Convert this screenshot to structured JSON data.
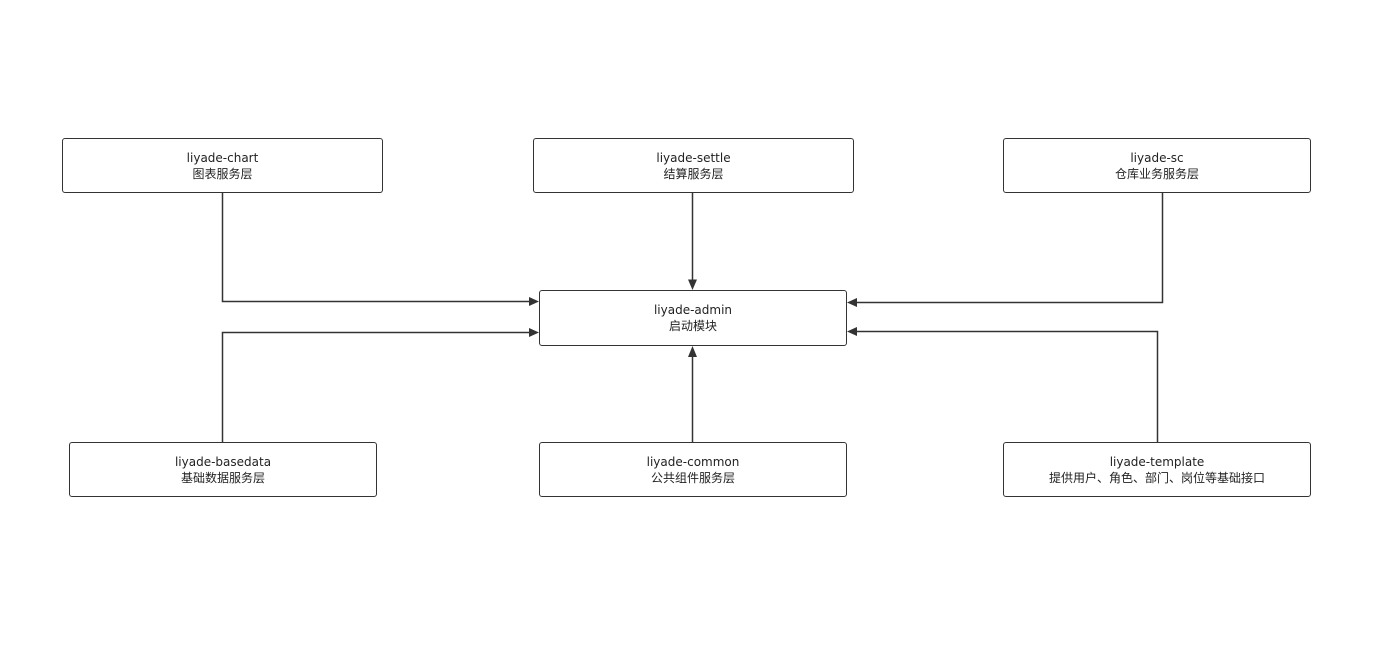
{
  "nodes": {
    "chart": {
      "name": "liyade-chart",
      "desc": "图表服务层"
    },
    "settle": {
      "name": "liyade-settle",
      "desc": "结算服务层"
    },
    "sc": {
      "name": "liyade-sc",
      "desc": "仓库业务服务层"
    },
    "admin": {
      "name": "liyade-admin",
      "desc": "启动模块"
    },
    "basedata": {
      "name": "liyade-basedata",
      "desc": "基础数据服务层"
    },
    "common": {
      "name": "liyade-common",
      "desc": "公共组件服务层"
    },
    "template": {
      "name": "liyade-template",
      "desc": "提供用户、角色、部门、岗位等基础接口"
    }
  },
  "edges": [
    {
      "from": "liyade-chart",
      "to": "liyade-admin"
    },
    {
      "from": "liyade-settle",
      "to": "liyade-admin"
    },
    {
      "from": "liyade-sc",
      "to": "liyade-admin"
    },
    {
      "from": "liyade-basedata",
      "to": "liyade-admin"
    },
    {
      "from": "liyade-common",
      "to": "liyade-admin"
    },
    {
      "from": "liyade-template",
      "to": "liyade-admin"
    }
  ],
  "colors": {
    "line": "#333333",
    "text": "#222222",
    "background": "#ffffff"
  }
}
